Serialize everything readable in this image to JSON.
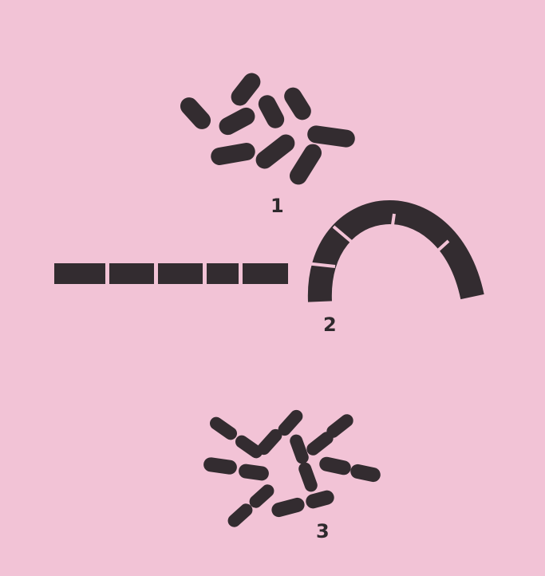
{
  "figure": {
    "labels": {
      "one": "1",
      "two": "2",
      "three": "3"
    },
    "colors": {
      "background": "#f2c3d6",
      "cell": "#332c30"
    }
  }
}
